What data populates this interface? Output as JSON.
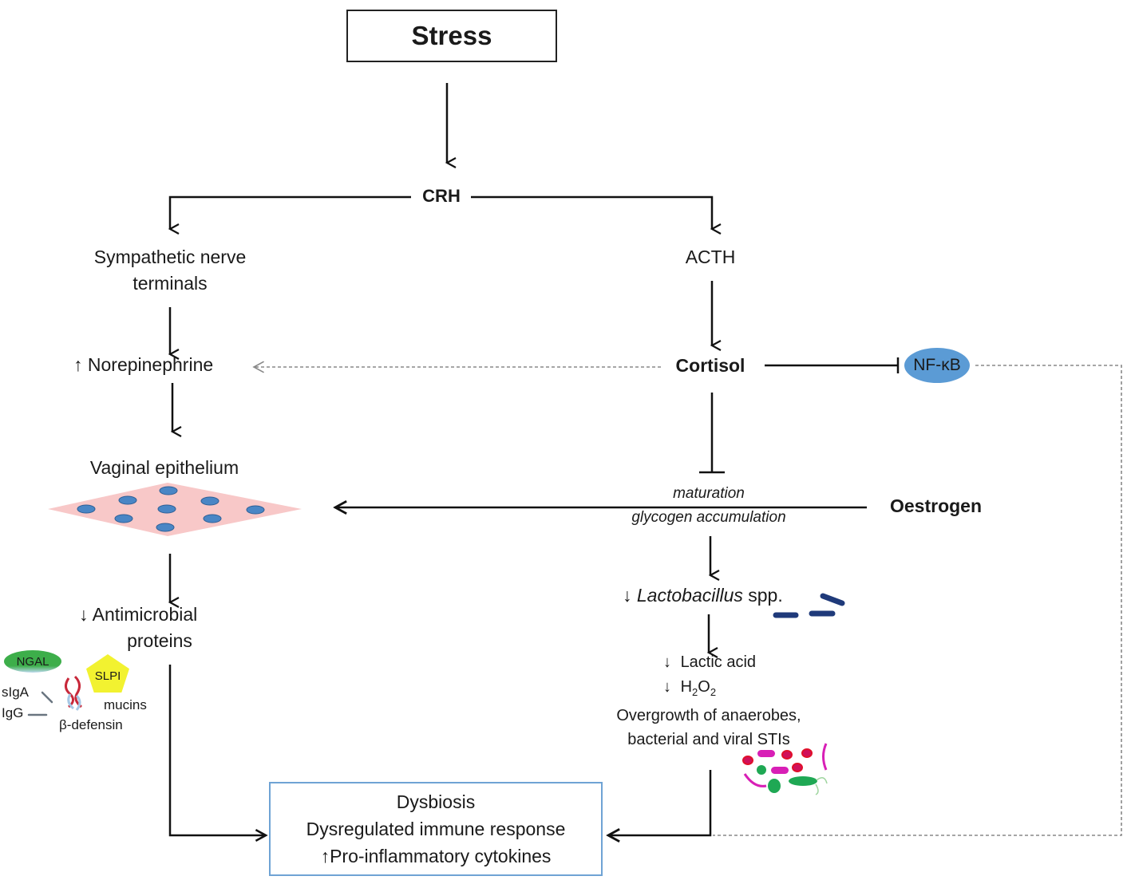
{
  "title": "Stress",
  "nodes": {
    "crh": "CRH",
    "sympathetic": [
      "Sympathetic nerve",
      "terminals"
    ],
    "acth": "ACTH",
    "norepinephrine": {
      "arrow": "↑",
      "label": "Norepinephrine"
    },
    "cortisol": "Cortisol",
    "nfkb": "NF-κB",
    "vaginal_epithelium": "Vaginal epithelium",
    "oestrogen": "Oestrogen",
    "maturation": "maturation",
    "glycogen": "glycogen accumulation",
    "antimicrobial": {
      "arrow": "↓",
      "line1": "Antimicrobial",
      "line2": "proteins"
    },
    "lactobacillus": {
      "arrow": "↓",
      "genus": "Lactobacillus",
      "suffix": " spp."
    },
    "lactic_acid": {
      "arrow": "↓",
      "label": "Lactic acid"
    },
    "h2o2": {
      "arrow": "↓",
      "h": "H",
      "sub1": "2",
      "o": "O",
      "sub2": "2"
    },
    "overgrowth": [
      "Overgrowth of anaerobes,",
      "bacterial and viral STIs"
    ]
  },
  "antimicrobial_proteins": {
    "ngal": "NGAL",
    "slpi": "SLPI",
    "siga": "sIgA",
    "igg": "IgG",
    "mucins": "mucins",
    "defensin": "β-defensin"
  },
  "outcome": {
    "line1": "Dysbiosis",
    "line2": "Dysregulated immune response",
    "line3_arrow": "↑",
    "line3": "Pro-inflammatory cytokines"
  },
  "colors": {
    "nfkb": "#5b9bd5",
    "ngal": "#4caf50",
    "slpi": "#f2f230",
    "epithelium": "#f8c8c8",
    "cell_nucleus": "#4a86c5",
    "lactobacillus": "#1f3a7a",
    "outcome_border": "#6fa3d4"
  }
}
